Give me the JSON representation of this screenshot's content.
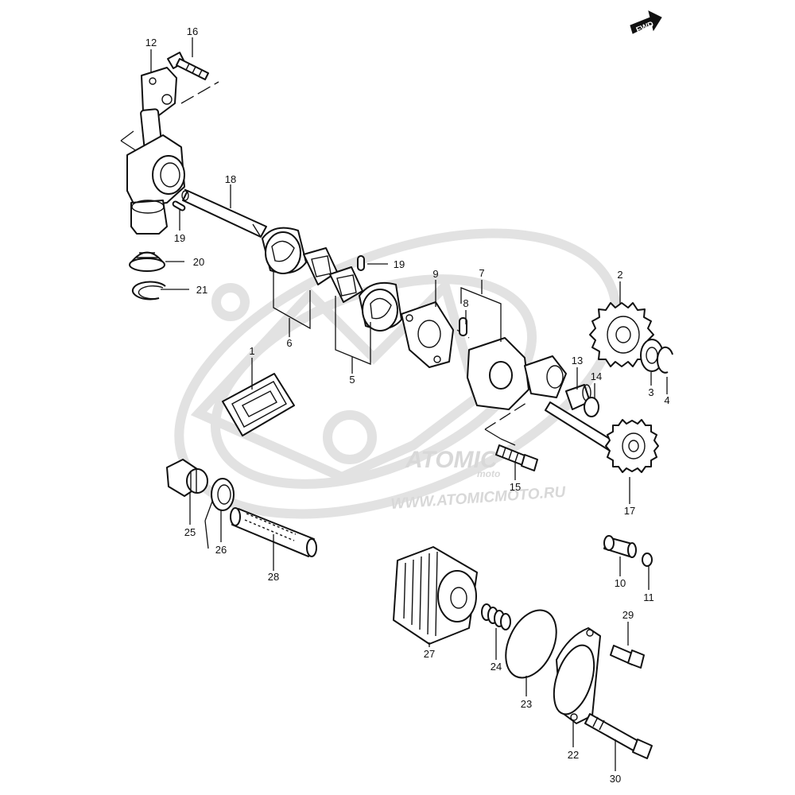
{
  "diagram": {
    "fwd_label": "FWD",
    "watermark": {
      "brand": "ATOMIC",
      "brand_sub": "moto",
      "url": "WWW.ATOMICMOTO.RU"
    },
    "callouts": [
      {
        "id": "1",
        "label": "1"
      },
      {
        "id": "2",
        "label": "2"
      },
      {
        "id": "3",
        "label": "3"
      },
      {
        "id": "4",
        "label": "4"
      },
      {
        "id": "5",
        "label": "5"
      },
      {
        "id": "6",
        "label": "6"
      },
      {
        "id": "7",
        "label": "7"
      },
      {
        "id": "8",
        "label": "8"
      },
      {
        "id": "9",
        "label": "9"
      },
      {
        "id": "10",
        "label": "10"
      },
      {
        "id": "11",
        "label": "11"
      },
      {
        "id": "12",
        "label": "12"
      },
      {
        "id": "13",
        "label": "13"
      },
      {
        "id": "14",
        "label": "14"
      },
      {
        "id": "15",
        "label": "15"
      },
      {
        "id": "16",
        "label": "16"
      },
      {
        "id": "17",
        "label": "17"
      },
      {
        "id": "18",
        "label": "18"
      },
      {
        "id": "19a",
        "label": "19"
      },
      {
        "id": "19b",
        "label": "19"
      },
      {
        "id": "20",
        "label": "20"
      },
      {
        "id": "21",
        "label": "21"
      },
      {
        "id": "22",
        "label": "22"
      },
      {
        "id": "23",
        "label": "23"
      },
      {
        "id": "24",
        "label": "24"
      },
      {
        "id": "25",
        "label": "25"
      },
      {
        "id": "26",
        "label": "26"
      },
      {
        "id": "27",
        "label": "27"
      },
      {
        "id": "28",
        "label": "28"
      },
      {
        "id": "29",
        "label": "29"
      },
      {
        "id": "30",
        "label": "30"
      }
    ]
  }
}
